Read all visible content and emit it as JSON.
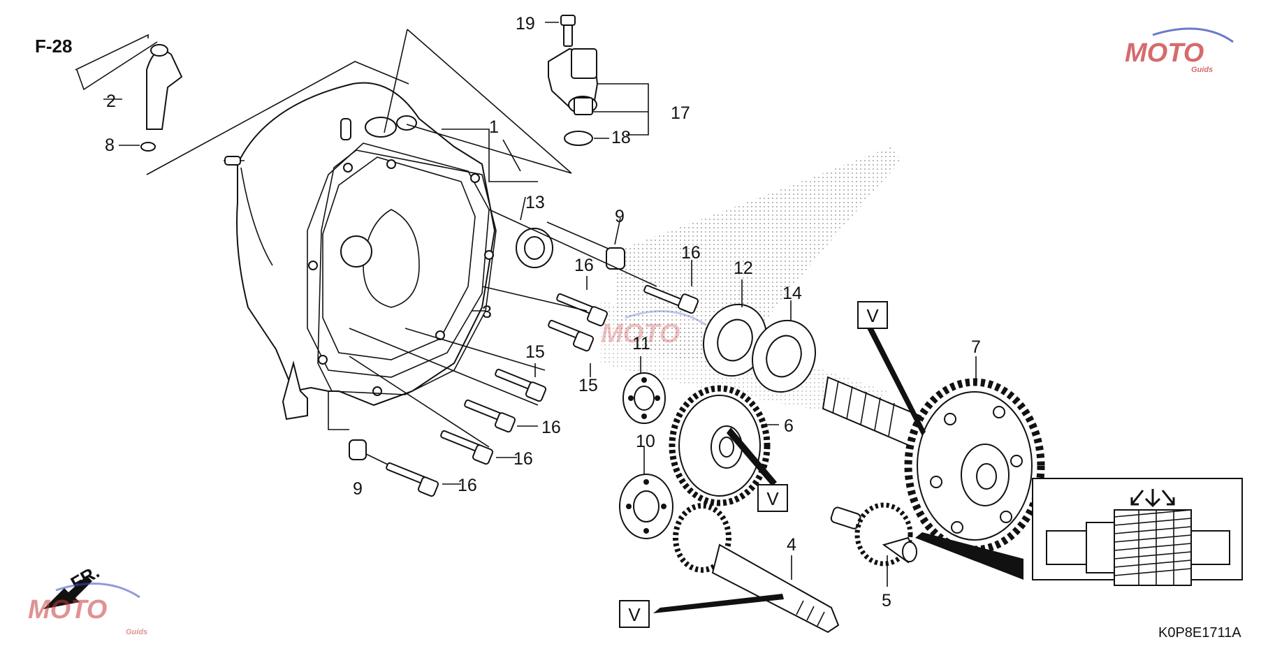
{
  "diagram": {
    "reference": "F-28",
    "part_code": "K0P8E1711A",
    "direction_marker": "FR.",
    "inspect_marker": "V",
    "watermark": {
      "top_text": "MOTO",
      "sub_text": "Guids",
      "colors": {
        "primary": "#c83a3a",
        "secondary": "#3a4db8"
      }
    },
    "callouts": {
      "c1": "1",
      "c2": "2",
      "c3": "3",
      "c4": "4",
      "c5": "5",
      "c6": "6",
      "c7": "7",
      "c8": "8",
      "c9a": "9",
      "c9b": "9",
      "c10": "10",
      "c11": "11",
      "c12": "12",
      "c13": "13",
      "c14": "14",
      "c15a": "15",
      "c15b": "15",
      "c16a": "16",
      "c16b": "16",
      "c16c": "16",
      "c16d": "16",
      "c16e": "16",
      "c17": "17",
      "c18": "18",
      "c19": "19"
    }
  }
}
